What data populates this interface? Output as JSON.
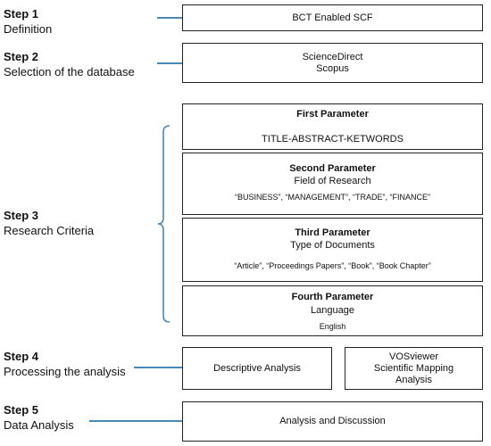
{
  "steps": [
    {
      "title": "Step 1",
      "desc": "Definition"
    },
    {
      "title": "Step 2",
      "desc": "Selection of the database"
    },
    {
      "title": "Step 3",
      "desc": "Research Criteria"
    },
    {
      "title": "Step 4",
      "desc": "Processing the analysis"
    },
    {
      "title": "Step 5",
      "desc": "Data Analysis"
    }
  ],
  "step1_box": "BCT Enabled SCF",
  "step2_box": {
    "line1": "ScienceDirect",
    "line2": "Scopus"
  },
  "parameters": [
    {
      "title": "First Parameter",
      "subtitle": "",
      "detail": "TITLE-ABSTRACT-KETWORDS"
    },
    {
      "title": "Second Parameter",
      "subtitle": "Field of Research",
      "detail": "“BUSINESS”, “MANAGEMENT”, “TRADE”, “FINANCE”"
    },
    {
      "title": "Third Parameter",
      "subtitle": "Type of Documents",
      "detail": "“Article”, “Proceedings Papers”, “Book”, “Book Chapter”"
    },
    {
      "title": "Fourth Parameter",
      "subtitle": "Language",
      "detail": "English"
    }
  ],
  "step4_boxes": {
    "descriptive": "Descriptive Analysis",
    "vos": {
      "line1": "VOSviewer",
      "line2": "Scientific Mapping",
      "line3": "Analysis"
    }
  },
  "step5_box": "Analysis and Discussion",
  "colors": {
    "connector": "#4a88b8",
    "border": "#222222"
  }
}
